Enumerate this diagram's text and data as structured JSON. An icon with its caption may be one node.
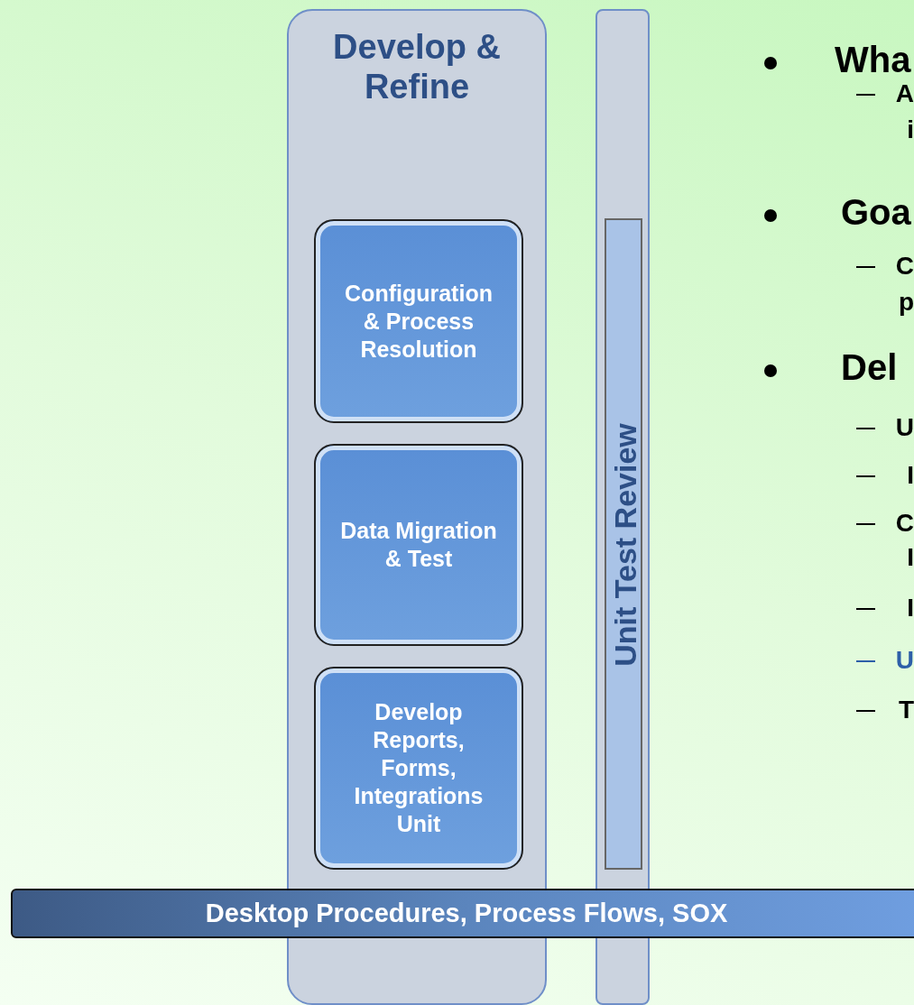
{
  "diagram": {
    "nodes": [
      {
        "text": [
          "Develop & Refine"
        ]
      },
      {
        "text": [
          "Configuration & Process Resolution"
        ],
        "in": 0
      },
      {
        "text": [
          "Data Migration & Test"
        ],
        "in": 0
      },
      {
        "text": [
          "Develop Reports, Forms, Integrations Unit"
        ],
        "in": 0
      },
      {
        "text": [
          "Unit Test Review"
        ]
      },
      {
        "text": [
          "Desktop Procedures, Process Flows, SOX"
        ]
      }
    ],
    "edges": [],
    "labels": [
      "Wha",
      "A",
      "i",
      "Goa",
      "C",
      "p",
      "Del",
      "U",
      "I",
      "C",
      "I",
      "I",
      "U",
      "T"
    ]
  }
}
